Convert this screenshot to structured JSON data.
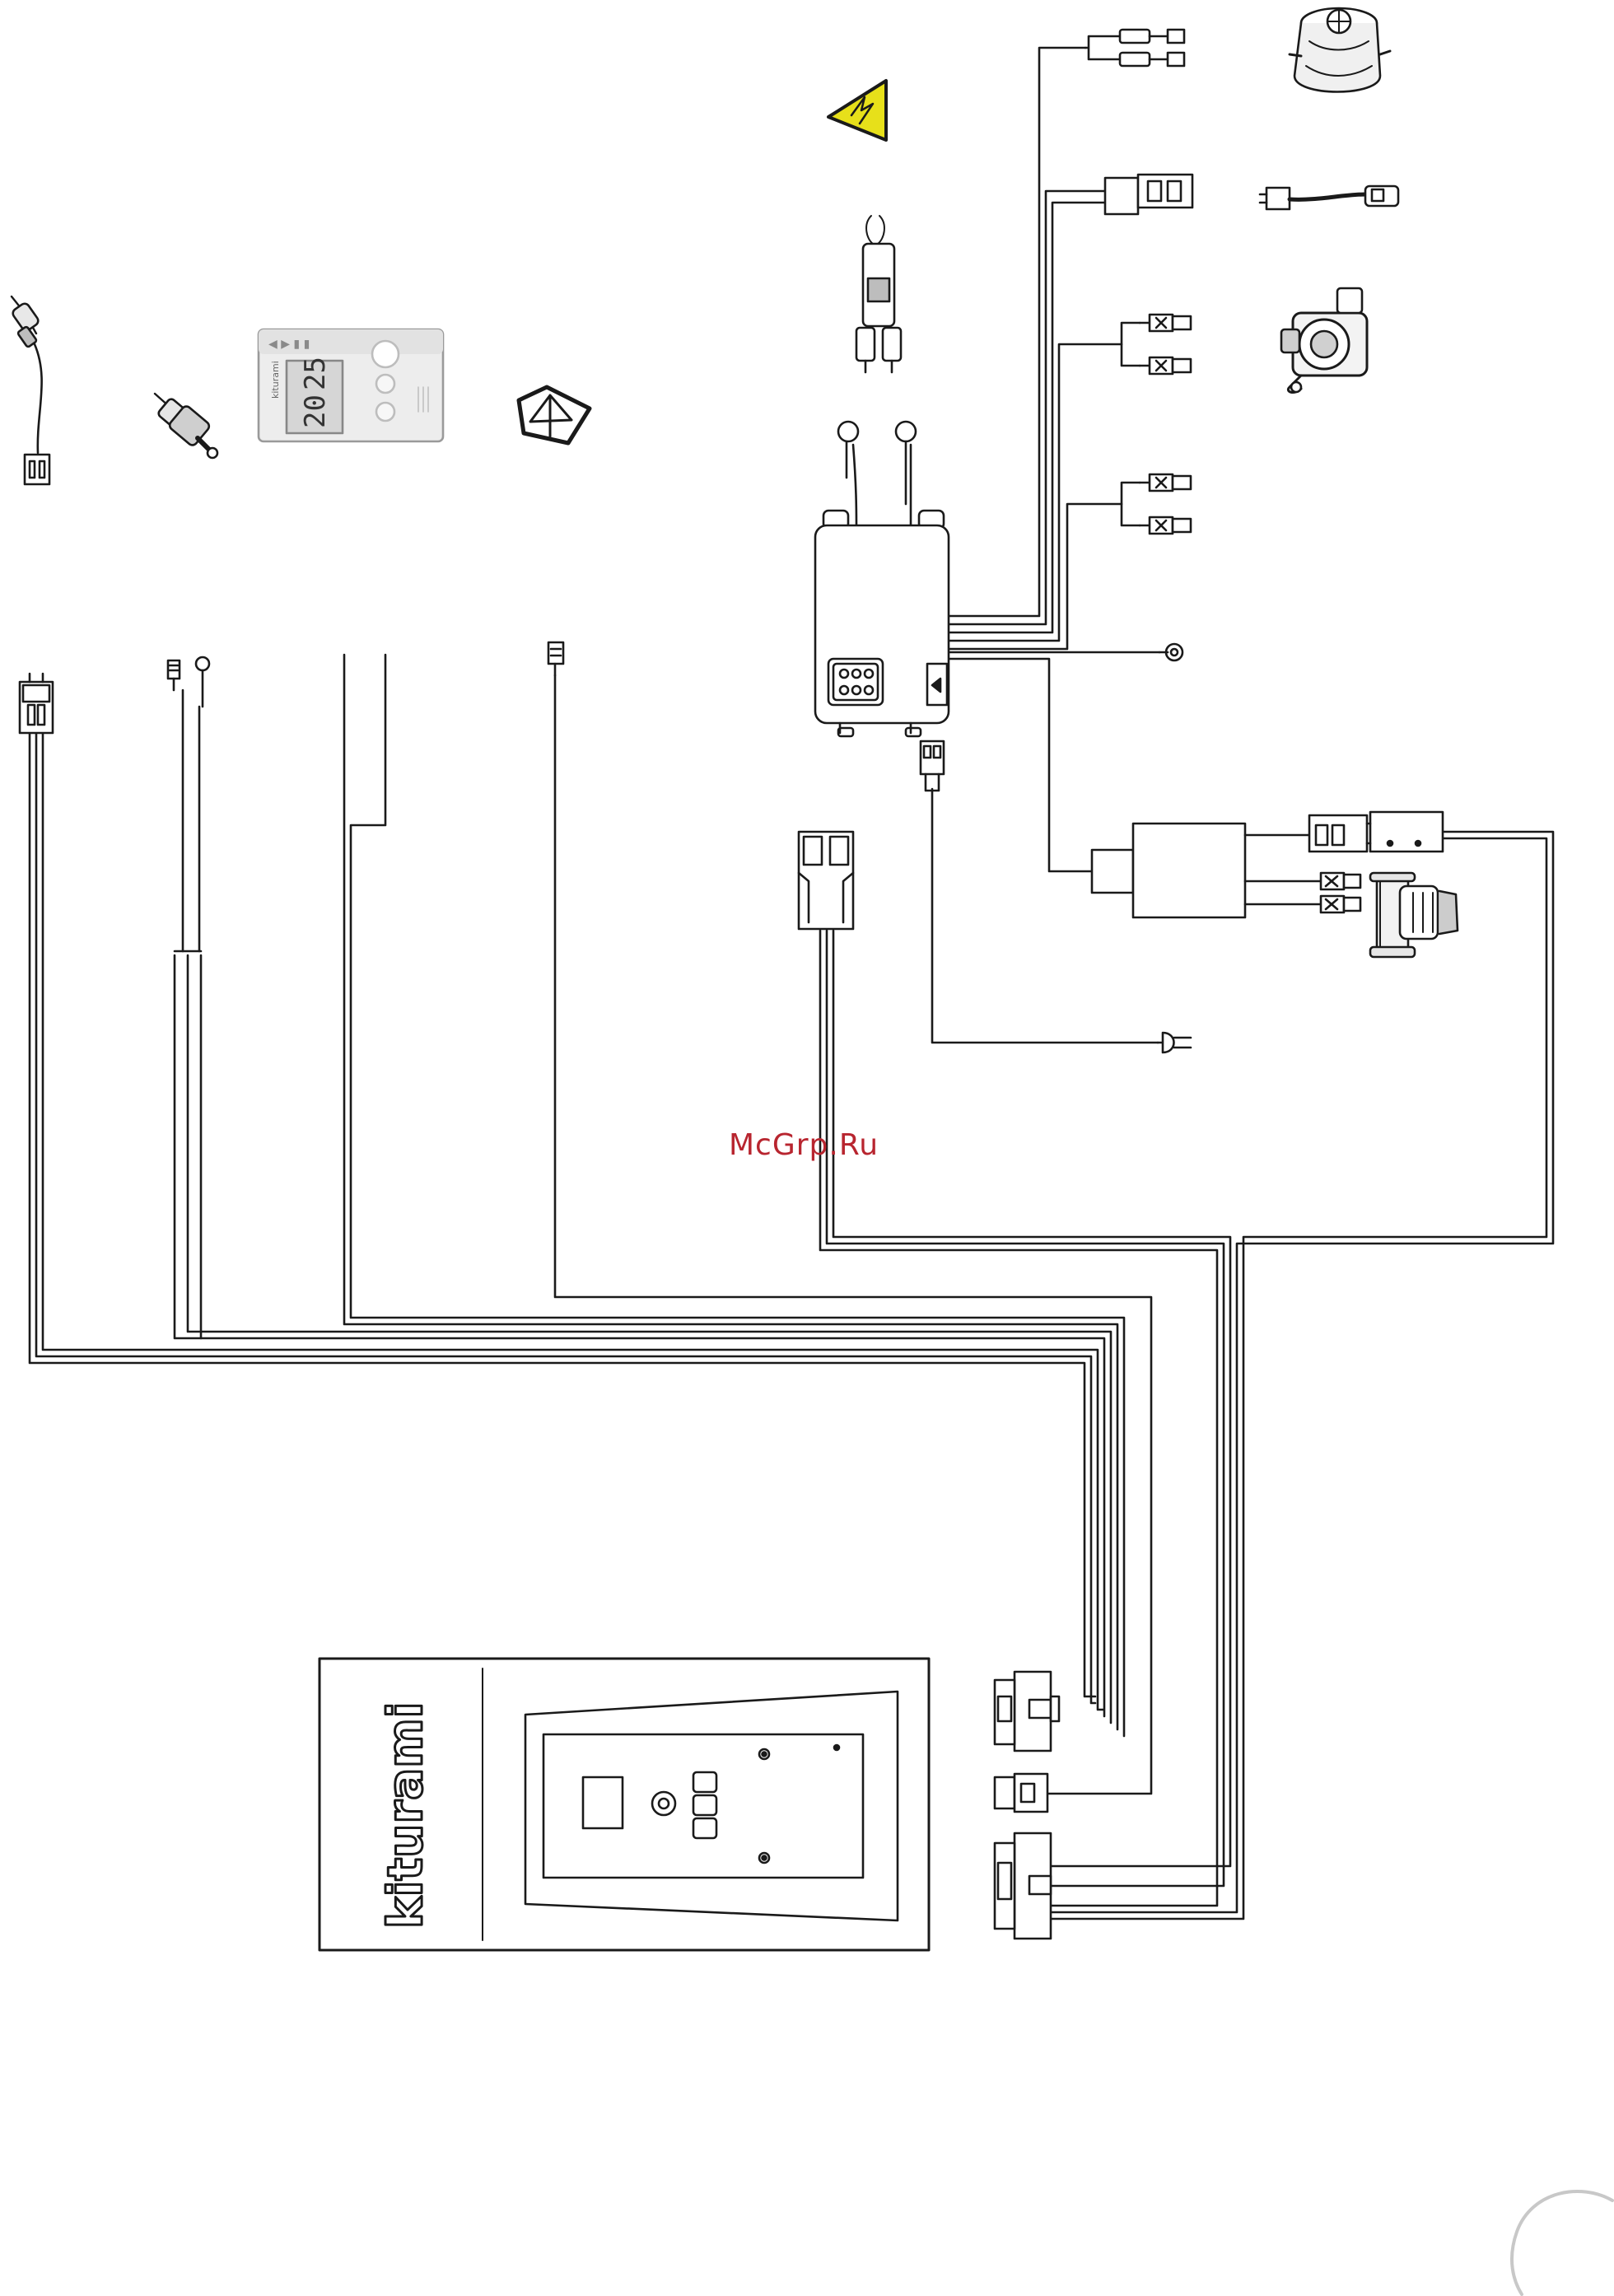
{
  "watermark": "McGrp.Ru",
  "panel": {
    "brand": "kiturami"
  },
  "room_controller": {
    "brand": "kiturami",
    "reading_top": "25",
    "reading_bottom": "20"
  },
  "colors": {
    "line": "#1a1a1a",
    "watermark": "#b8252f",
    "warning_yellow": "#e7e01a",
    "controller_face": "#ededed"
  }
}
